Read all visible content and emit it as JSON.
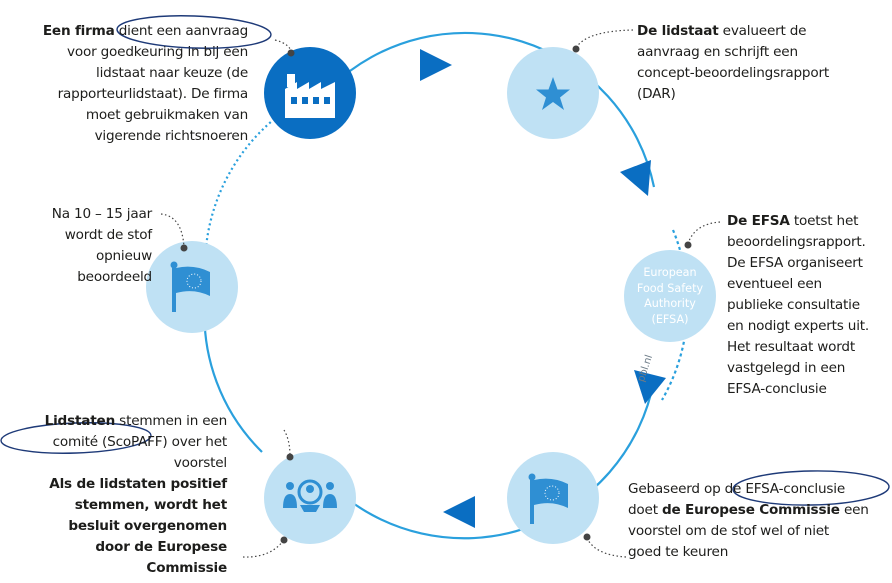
{
  "colors": {
    "dark_blue": "#0a6ec2",
    "mid_blue": "#2aa0dd",
    "light_blue": "#bfe1f4",
    "icon_blue": "#2f8fd3",
    "annotation_navy": "#1e3a78",
    "leader_gray": "#444444",
    "text": "#1d1d1b"
  },
  "steps": {
    "firm": {
      "icon": "factory-icon",
      "bold": "Een firma",
      "text_line1_rest": " dient een aanvraag",
      "lines": [
        "voor goedkeuring in bij een",
        "lidstaat naar keuze (de",
        "rapporteurlidstaat). De firma",
        "moet gebruikmaken van",
        "vigerende richtsnoeren"
      ]
    },
    "member_state": {
      "icon": "star-icon",
      "bold": "De lidstaat",
      "text_line1_rest": " evalueert de",
      "lines": [
        "aanvraag en schrijft een",
        "concept-beoordelingsrapport",
        "(DAR)"
      ]
    },
    "efsa": {
      "circle_lines": [
        "European",
        "Food Safety",
        "Authority",
        "(EFSA)"
      ],
      "bold": "De EFSA",
      "text_line1_rest": " toetst het",
      "lines": [
        "beoordelingsrapport.",
        "De EFSA organiseert",
        "eventueel een",
        "publieke consultatie",
        "en nodigt experts uit.",
        "Het resultaat wordt",
        "vastgelegd in een",
        "EFSA-conclusie"
      ]
    },
    "commission": {
      "icon": "eu-flag-icon",
      "line1": "Gebaseerd op de EFSA-conclusie",
      "line2_pre": "doet ",
      "line2_bold": "de Europese Commissie",
      "line2_post": " een",
      "lines": [
        "voorstel om de stof wel of niet",
        "goed te keuren"
      ]
    },
    "member_states_vote": {
      "icon": "scopaff-committee-icon",
      "bold": "Lidstaten",
      "text_line1_rest": " stemmen in een",
      "line2": "comité (ScoPAFF) over het",
      "line3": "voorstel",
      "bold_lines": [
        "Als de lidstaten positief",
        "stemmen, wordt het",
        "besluit overgenomen",
        "door de Europese",
        "Commissie"
      ]
    },
    "reassessment": {
      "icon": "eu-flag-icon",
      "lines": [
        "Na 10 – 15 jaar",
        "wordt de stof",
        "opnieuw",
        "beoordeeld"
      ]
    }
  },
  "source_label": "pbl.nl"
}
